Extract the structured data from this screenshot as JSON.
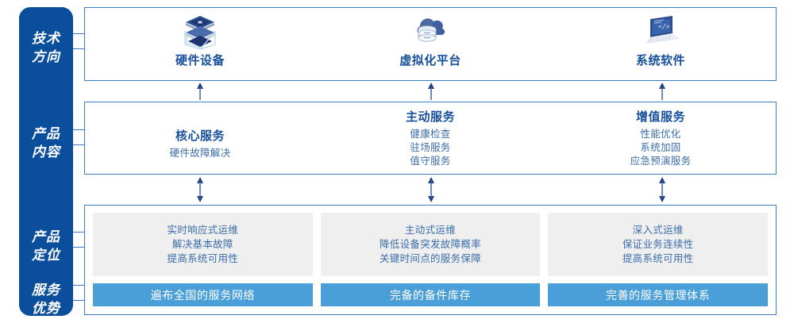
{
  "sidebar": {
    "background_color": "#0b4e9b",
    "labels": [
      {
        "name": "tech-direction",
        "line1": "技术",
        "line2": "方向"
      },
      {
        "name": "product-content",
        "line1": "产品",
        "line2": "内容"
      },
      {
        "name": "product-position",
        "line1": "产品",
        "line2": "定位"
      },
      {
        "name": "service-advantage",
        "line1": "服务",
        "line2": "优势"
      }
    ]
  },
  "accent_colors": {
    "border_blue": "#3d7cc9",
    "title_blue": "#16509c",
    "text_blue": "#3b6daa",
    "bar_blue": "#4a9fd9",
    "grey_box": "#efefef"
  },
  "tech_row": {
    "items": [
      {
        "icon": "server-stack-icon",
        "label": "硬件设备"
      },
      {
        "icon": "cloud-database-icon",
        "label": "虚拟化平台"
      },
      {
        "icon": "laptop-code-icon",
        "label": "系统软件"
      }
    ]
  },
  "content_row": {
    "items": [
      {
        "title": "核心服务",
        "details": [
          "硬件故障解决"
        ]
      },
      {
        "title": "主动服务",
        "details": [
          "健康检查",
          "驻场服务",
          "值守服务"
        ]
      },
      {
        "title": "增值服务",
        "details": [
          "性能优化",
          "系统加固",
          "应急预演服务"
        ]
      }
    ]
  },
  "bottom_row": {
    "items": [
      {
        "position_lines": [
          "实时响应式运维",
          "解决基本故障",
          "提高系统可用性"
        ],
        "advantage": "遍布全国的服务网络"
      },
      {
        "position_lines": [
          "主动式运维",
          "降低设备突发故障概率",
          "关键时间点的服务保障"
        ],
        "advantage": "完备的备件库存"
      },
      {
        "position_lines": [
          "深入式运维",
          "保证业务连续性",
          "提高系统可用性"
        ],
        "advantage": "完善的服务管理体系"
      }
    ]
  },
  "connectors": {
    "up_arrows": {
      "name": "arrow-up",
      "count": 3
    },
    "double_arrows": {
      "name": "arrow-up-down",
      "count": 3
    }
  }
}
